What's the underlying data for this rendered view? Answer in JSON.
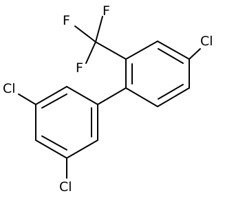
{
  "molecule": {
    "atoms": {
      "cl_top_right": "Cl",
      "cl_left": "Cl",
      "cl_bottom": "Cl",
      "f1": "F",
      "f2": "F",
      "f3": "F"
    }
  },
  "colors": {
    "bond": "#000000",
    "label": "#000000",
    "background": "#ffffff"
  }
}
